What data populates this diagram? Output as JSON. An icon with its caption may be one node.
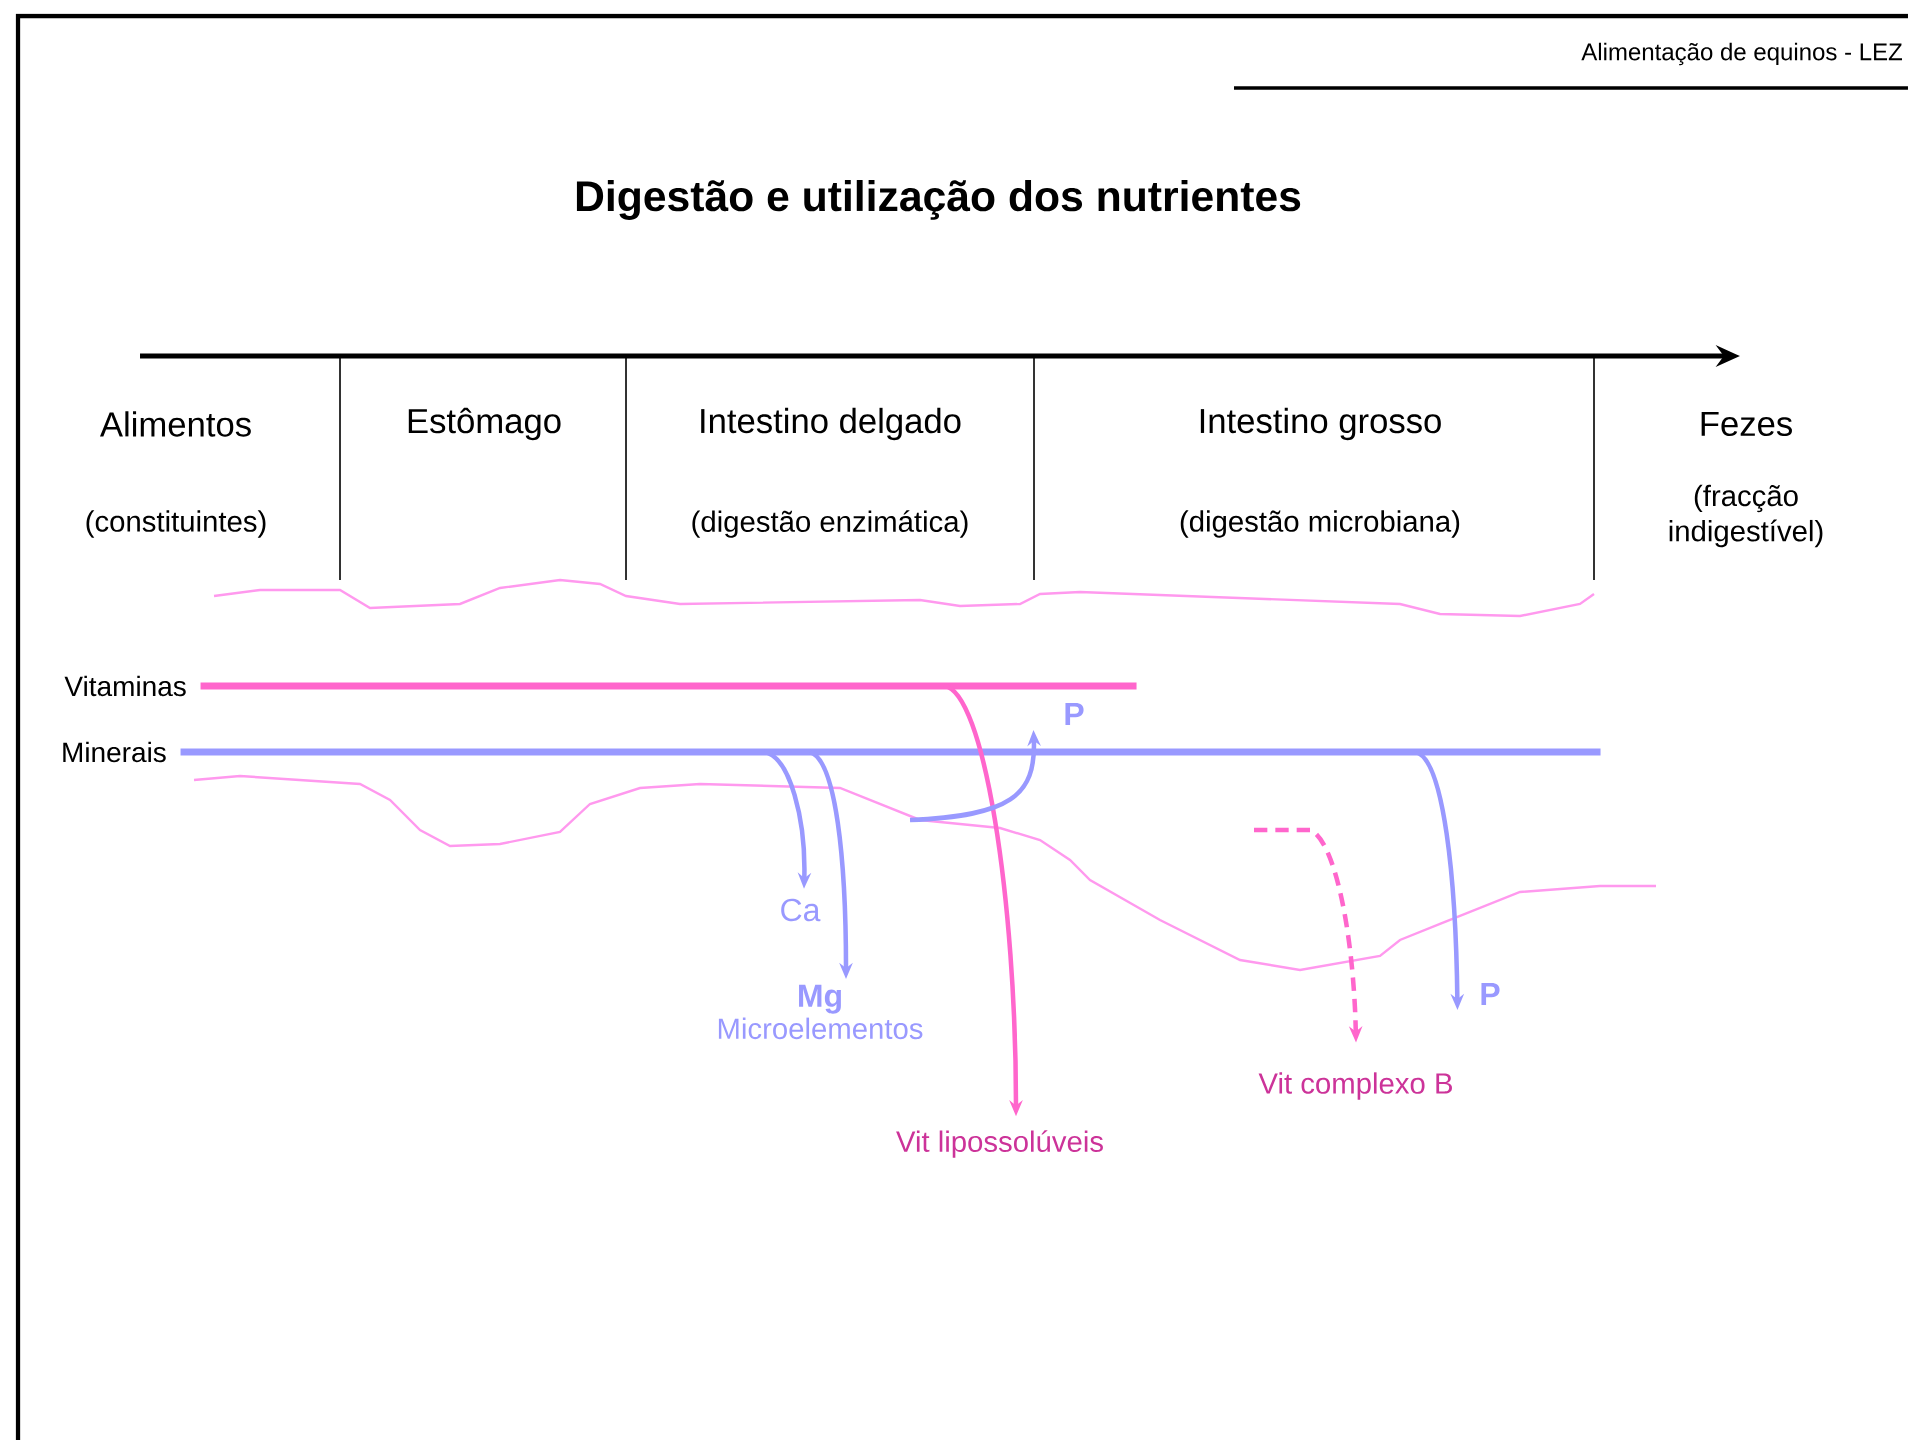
{
  "diagram": {
    "title": "Digestão e utilização dos nutrientes",
    "nodes": [
      {
        "text": [],
        "shape": "bar"
      },
      {
        "text": [],
        "shape": "bar"
      },
      {
        "text": [
          "P"
        ]
      },
      {
        "text": [
          "Ca"
        ]
      },
      {
        "text": [
          "Mg",
          "Microelementos"
        ]
      },
      {
        "text": [
          "P"
        ]
      },
      {
        "text": [
          "Vit complexo B"
        ]
      },
      {
        "text": [
          "Vit lipossolúveis"
        ]
      }
    ],
    "edges": [
      {
        "from": 0,
        "to": 7,
        "arrow": "to",
        "color": "#ff66cc"
      },
      {
        "from": 1,
        "to": 3,
        "arrow": "to"
      },
      {
        "from": 1,
        "to": 4,
        "arrow": "to"
      },
      {
        "from": null,
        "to": 2,
        "arrow": "to"
      },
      {
        "from": 1,
        "to": 5,
        "arrow": "to"
      },
      {
        "from": null,
        "to": 6,
        "arrow": "to",
        "style": "dashed",
        "color": "#ff66cc"
      }
    ],
    "labels": [
      "Alimentação de equinos - LEZ",
      "Alimentos",
      "(constituintes)",
      "Estômago",
      "Intestino delgado",
      "(digestão enzimática)",
      "Intestino grosso",
      "(digestão microbiana)",
      "Fezes",
      "(fracção indigestível)",
      "Vitaminas",
      "Minerais"
    ]
  }
}
